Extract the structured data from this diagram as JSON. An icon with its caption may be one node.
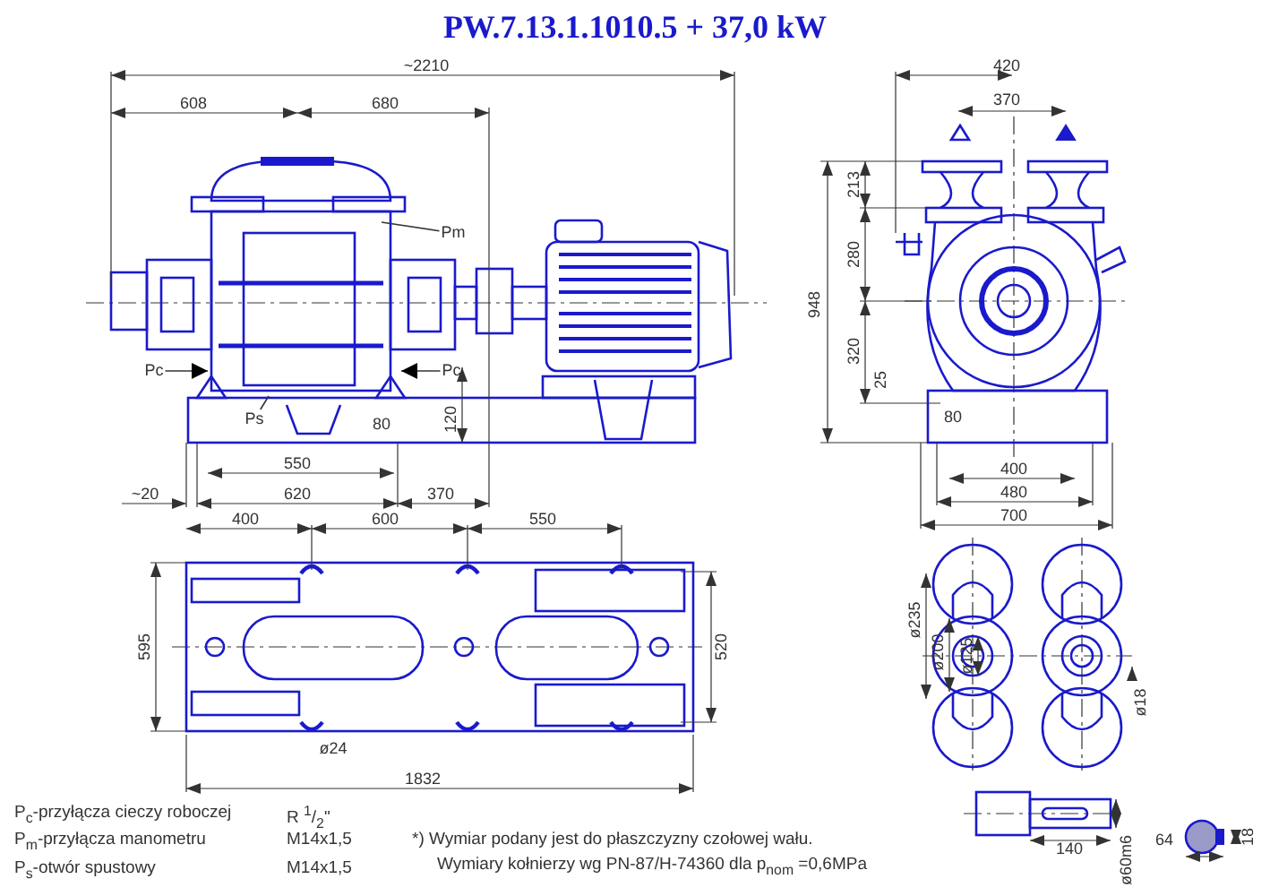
{
  "diagram": {
    "title": "PW.7.13.1.1010.5 + 37,0 kW",
    "nodes": [
      {
        "text": [
          "Pm"
        ]
      },
      {
        "text": [
          "Pc"
        ]
      },
      {
        "text": [
          "Pc"
        ]
      },
      {
        "text": [
          "Ps"
        ]
      }
    ],
    "edges": [
      {
        "from": 0,
        "to": null,
        "arrow": "none"
      },
      {
        "from": 1,
        "to": null,
        "arrow": "to"
      },
      {
        "from": 2,
        "to": null,
        "arrow": "to"
      },
      {
        "from": 3,
        "to": null,
        "arrow": "none"
      }
    ],
    "labels": [
      "~2210",
      "608",
      "680",
      "420",
      "370",
      "213",
      "948",
      "280",
      "320",
      "25",
      "80",
      "120",
      "80",
      "550",
      "400",
      "480",
      "700",
      "~20",
      "620",
      "370",
      "400",
      "600",
      "550",
      "595",
      "520",
      "ø235",
      "ø200",
      "ø125",
      "ø18",
      "ø24",
      "1832",
      "P$_{c}$-przyłącza cieczy roboczej",
      "R $^{1}$/$_{2}$\"",
      "P$_{m}$-przyłącza manometru",
      "M14x1,5",
      "P$_{s}$-otwór spustowy",
      "M14x1,5",
      "*) Wymiar podany jest do płaszczyzny czołowej wału.",
      "Wymiary kołnierzy wg PN-87/H-74360 dla p$_{nom}$ =0,6MPa",
      "140",
      "ø60m6",
      "64",
      "18"
    ]
  }
}
